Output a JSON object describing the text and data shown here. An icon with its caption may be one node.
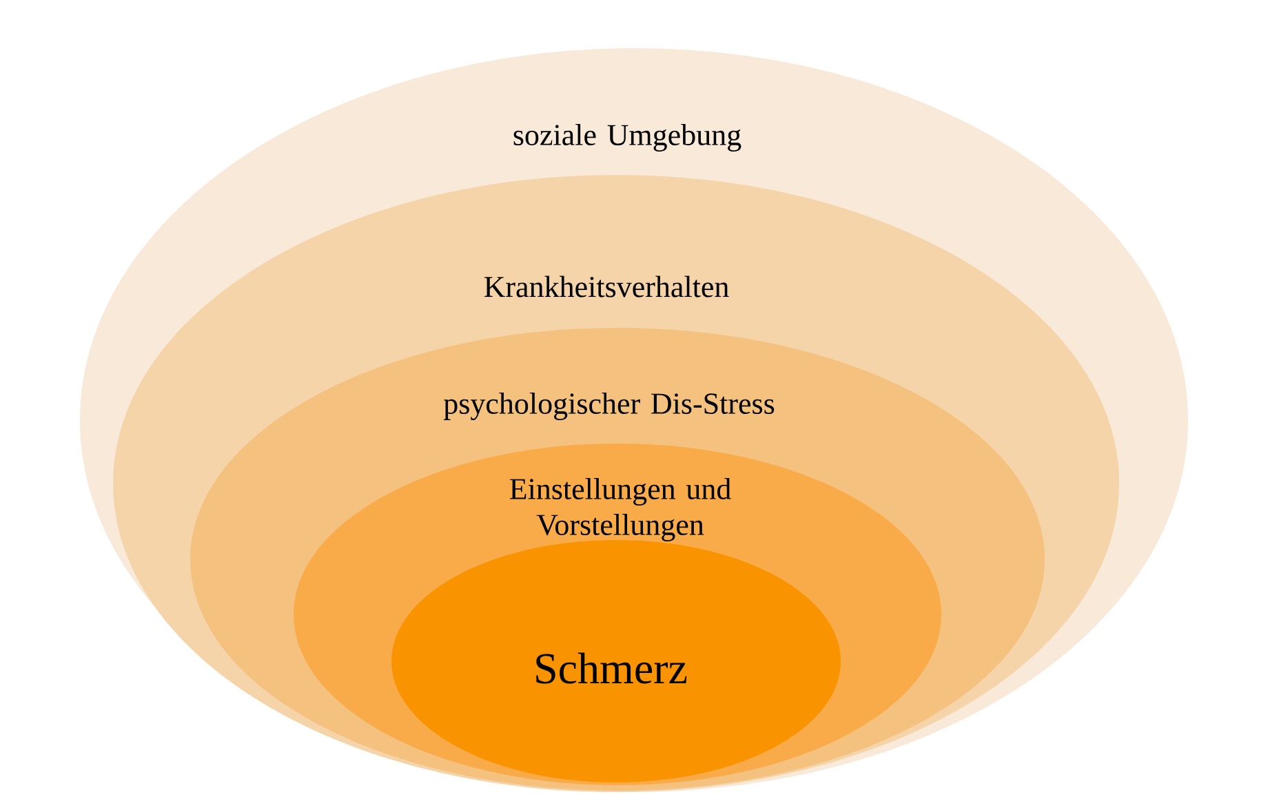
{
  "diagram": {
    "nodes": [
      {
        "text": [
          "soziale Umgebung"
        ]
      },
      {
        "text": [
          "Krankheitsverhalten"
        ],
        "in": 0
      },
      {
        "text": [
          "psychologischer Dis-Stress"
        ],
        "in": 1
      },
      {
        "text": [
          "Einstellungen und Vorstellungen"
        ],
        "in": 2
      },
      {
        "text": [
          "Schmerz"
        ],
        "in": 3
      }
    ]
  }
}
